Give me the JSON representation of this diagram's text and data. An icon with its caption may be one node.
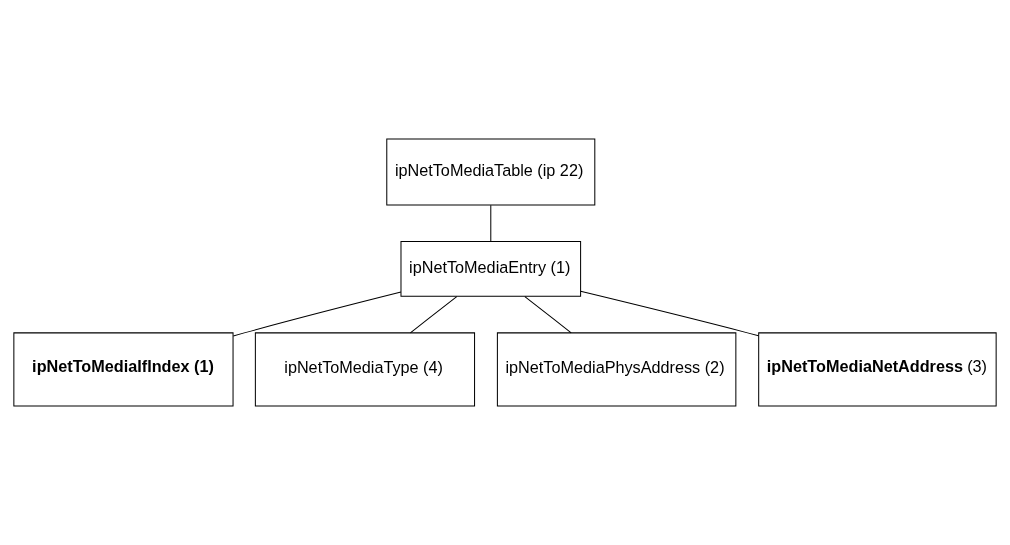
{
  "diagram": {
    "nodes": [
      {
        "text": [
          "ipNetToMediaTable (ip 22)"
        ]
      },
      {
        "text": [
          "ipNetToMediaEntry (1)"
        ]
      },
      {
        "text": [
          "ipNetToMediaIfIndex (1)"
        ]
      },
      {
        "text": [
          "ipNetToMediaType (4)"
        ]
      },
      {
        "text": [
          "ipNetToMediaPhysAddress (2)"
        ]
      },
      {
        "text": [
          "**ipNetToMediaNetAddress** (3)"
        ]
      }
    ],
    "edges": [
      {
        "from": 0,
        "to": 1,
        "arrow": "none"
      },
      {
        "from": 1,
        "to": 2,
        "arrow": "none"
      },
      {
        "from": 1,
        "to": 4,
        "arrow": "none"
      },
      {
        "from": 1,
        "to": 5,
        "arrow": "none"
      },
      {
        "from": 1,
        "to": 3,
        "arrow": "none"
      }
    ]
  }
}
